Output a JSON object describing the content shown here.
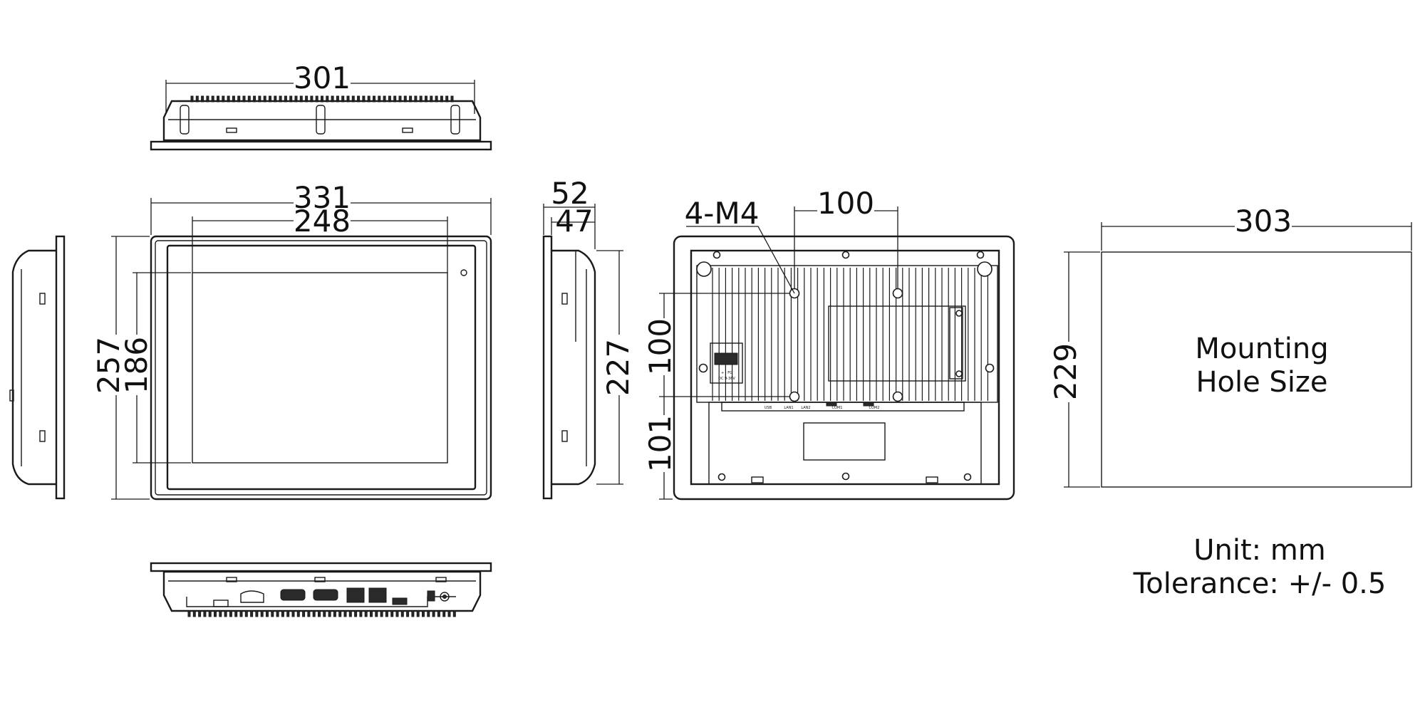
{
  "top_view": {
    "width_label": "301"
  },
  "front_view": {
    "outer_width_label": "331",
    "screen_width_label": "248",
    "outer_height_label": "257",
    "screen_height_label": "186"
  },
  "side_view": {
    "total_depth_label": "52",
    "body_depth_label": "47",
    "body_height_label": "227"
  },
  "rear_view": {
    "hole_label": "4-M4",
    "vesa_horizontal_label": "100",
    "vesa_vertical_label": "100",
    "bottom_offset_label": "101"
  },
  "cutout": {
    "width_label": "303",
    "height_label": "229",
    "title_line1": "Mounting",
    "title_line2": "Hole Size"
  },
  "notes": {
    "unit": "Unit: mm",
    "tolerance": "Tolerance: +/- 0.5"
  },
  "port_labels": [
    "USB",
    "LAN1",
    "LAN2",
    "COM1",
    "COM2"
  ],
  "power_labels": [
    "+ - FG",
    "DC 9-36V"
  ]
}
